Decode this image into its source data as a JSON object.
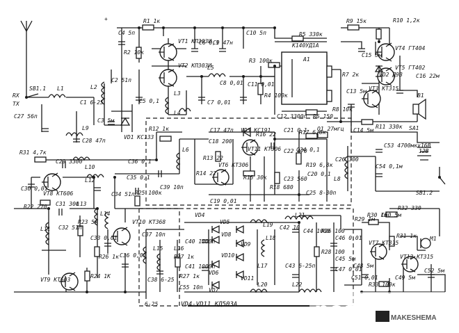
{
  "components": {
    "R1": "R1 1к",
    "C4": "C4 5п",
    "R2": "R2 10к",
    "VT1": "VT1 КП303И",
    "VT2": "VT2 КП303И",
    "C6": "C6 0,1",
    "C9": "C9 47н",
    "C10": "C10 5п",
    "R5": "R5 330к",
    "A1_type": "К140УД1А",
    "A1": "A1",
    "R9": "R9 15к",
    "R10": "R10 1,2к",
    "VT4": "VT4 ГТ404",
    "VT5": "VT5 ГТ402",
    "VD2": "VD2 Д9В",
    "C16": "C16 22м",
    "B1": "B1",
    "RX": "RX",
    "TX": "TX",
    "SB1_1": "SB1.1",
    "L1": "L1",
    "L2": "L2",
    "C2": "C2 51п",
    "C1": "C1 6-25",
    "C27": "C27 56п",
    "L9": "L9",
    "C28": "C28 47п",
    "C3": "C3 5м",
    "VD1": "VD1 КС133",
    "C5": "C5 0,1",
    "L3": "L3",
    "L4": "L4",
    "L5": "L5",
    "C7": "C7 0,01",
    "C8": "C8 0,01",
    "C11": "C11 0,01",
    "R3": "R3 100к",
    "R4": "R4 100к",
    "C12": "C12 3300п",
    "R6": "R6 150",
    "R7": "R7 2к",
    "R8": "R8 10к",
    "C13": "C13 5м",
    "VT3": "VT3 КТ315",
    "R11": "R11 330к",
    "C14": "C14 5м",
    "SA1": "SA1",
    "C15": "C15 5м",
    "R12": "R12 1к",
    "C17": "C17 47п",
    "VD3": "VD3 КС191",
    "R16": "R16 22",
    "C21": "C21 0,1",
    "R17": "R17 6,8к",
    "C18": "C18 200",
    "L6": "L6",
    "R13": "R13 22",
    "VT11": "VT11 КТ306",
    "C22": "C22 470",
    "C24": "C24 0,1",
    "Q1": "Q1 27мгц",
    "R19": "R19 6,8к",
    "C26": "C26 300",
    "C20": "C20 0,1",
    "C53": "C53 4700мкх16В",
    "V12": "12В",
    "C54": "C54 0,1м",
    "SB1_2": "SB1.2",
    "R31": "R31 4,7к",
    "C29": "C29 3300",
    "L10": "L10",
    "C36": "C36 0,1",
    "R14": "R14 22",
    "VT6": "VT6 КТ306",
    "R15": "R15 30к",
    "C23": "C23 560",
    "R18": "R18 680",
    "C25": "C25 8-30п",
    "L8": "L8",
    "C30": "C30 0,01",
    "VT8": "VT8 КТ606",
    "L12": "L12",
    "C35": "C35 0,1",
    "C39": "C39 10п",
    "C19": "C19 0,01",
    "C31": "C31 300",
    "R22": "R22 270",
    "L13": "L13",
    "C34": "C34 51п",
    "R25": "R25 100к",
    "VD4": "VD4",
    "VD5": "VD5",
    "L19": "L19",
    "C42": "C42 10",
    "L21": "L21",
    "R29": "R29 1м",
    "R30": "R30 1м",
    "C50": "C50 5м",
    "R32": "R32 330",
    "L14": "L14",
    "R23": "R23 5к",
    "VT10": "VT10 КТ368",
    "C37": "C37 10п",
    "C40": "C40 1000п",
    "VD8": "VD8",
    "VD9": "VD9",
    "L18": "L18",
    "C44": "C44 1000",
    "R26_": "R26 100",
    "C46": "C46 0,01",
    "C32": "C32 51п",
    "C33": "C33 0,01",
    "L11": "L11",
    "R26": "R26 1к",
    "L15": "L15",
    "L16": "L16",
    "R27": "R27 1к",
    "C41": "C41 1000п",
    "VD10": "VD10",
    "VD6": "VD6",
    "VD11": "VD11",
    "L17": "L17",
    "C43": "C43 6-25п",
    "R28": "R28 100",
    "C45": "C45 5м",
    "C47": "C47 0,01",
    "VT7": "VT7 КТ315",
    "VT12": "VT12 КТ315",
    "R31b": "R31 1к",
    "C48": "C48 5м",
    "C51": "C51 0,01",
    "M1": "M1",
    "VT9": "VT9 КТ603",
    "R24": "R24 1К",
    "C36b": "C36 0,01",
    "C38": "C38 6-25",
    "R27b": "R27 1к",
    "C55": "C55 10п",
    "VD7": "VD7",
    "L20": "L20",
    "L22": "L22",
    "R33": "R33 100к",
    "C49": "C49 5м",
    "C52": "C52 5м",
    "C625": "6-25",
    "diodes_note": "VD4-VD11 КД503А",
    "plus": "+"
  },
  "watermark": {
    "brand": "postila.ru",
    "sub": "MAKESHEMA"
  },
  "colors": {
    "ink": "#1a1a1a",
    "paper": "#ffffff",
    "watermark": "#ffffff"
  }
}
